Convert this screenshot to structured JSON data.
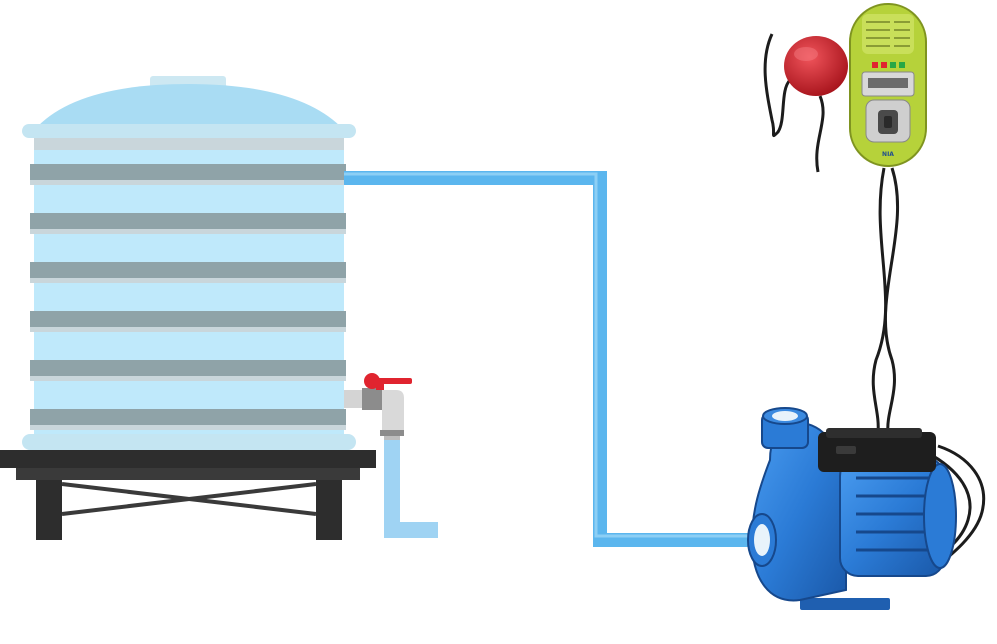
{
  "diagram": {
    "components": [
      {
        "id": "water-tank",
        "kind": "storage-tank"
      },
      {
        "id": "outlet-valve",
        "kind": "tap-valve"
      },
      {
        "id": "supply-pipe",
        "kind": "pipe"
      },
      {
        "id": "centrifugal-pump",
        "kind": "water-pump"
      },
      {
        "id": "float-switch",
        "kind": "level-sensor"
      },
      {
        "id": "pump-controller",
        "kind": "control-unit"
      }
    ],
    "colors": {
      "tank_body": "#bfe9fb",
      "tank_lid": "#a9dcf3",
      "tank_band": "#8fa3a8",
      "stand": "#2d2d2d",
      "pipe": "#5bb6ee",
      "pump": "#2b7bd6",
      "valve_handle": "#e0242f",
      "controller_body": "#b6d23a",
      "controller_panel": "#d8d8d8",
      "float_switch": "#c8202a"
    },
    "controller": {
      "brand": "NIA"
    }
  }
}
